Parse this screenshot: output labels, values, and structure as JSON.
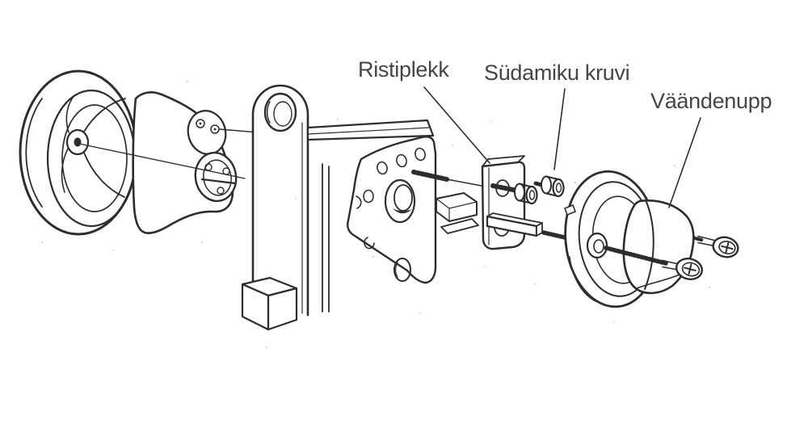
{
  "diagram": {
    "background_color": "#ffffff",
    "line_color": "#2d2d2d",
    "label_color": "#454545",
    "labels": {
      "ristiplekk": "Ristiplekk",
      "sudamiku_kruvi": "Südamiku kruvi",
      "vaandenupp": "Väändenupp"
    }
  }
}
